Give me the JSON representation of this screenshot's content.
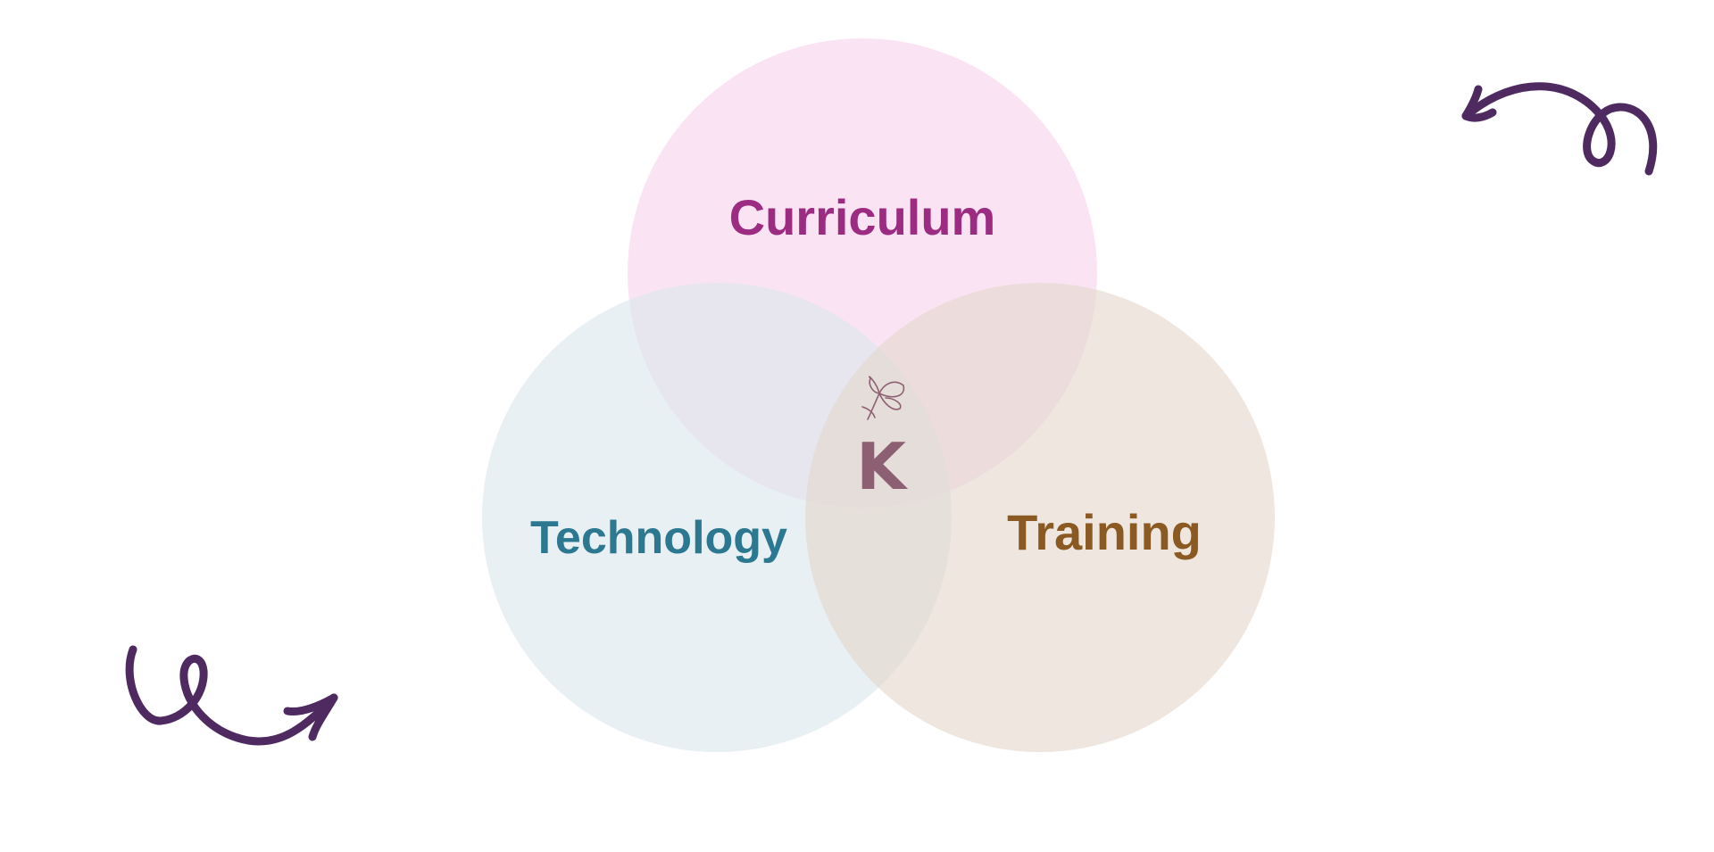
{
  "diagram": {
    "type": "venn",
    "circles": [
      {
        "id": "curriculum",
        "label": "Curriculum",
        "fill": "#f7d3ee",
        "text_color": "#9c2b82"
      },
      {
        "id": "technology",
        "label": "Technology",
        "fill": "#dbe6ec",
        "text_color": "#2c7890"
      },
      {
        "id": "training",
        "label": "Training",
        "fill": "#e3d6cb",
        "text_color": "#8a5a22"
      }
    ],
    "center_logo": {
      "letter": "K",
      "icon": "butterfly-icon",
      "color": "#8c6072"
    },
    "decorations": [
      {
        "icon": "curly-arrow-left-icon",
        "color": "#4e2a60"
      },
      {
        "icon": "curly-arrow-right-icon",
        "color": "#4e2a60"
      }
    ]
  }
}
